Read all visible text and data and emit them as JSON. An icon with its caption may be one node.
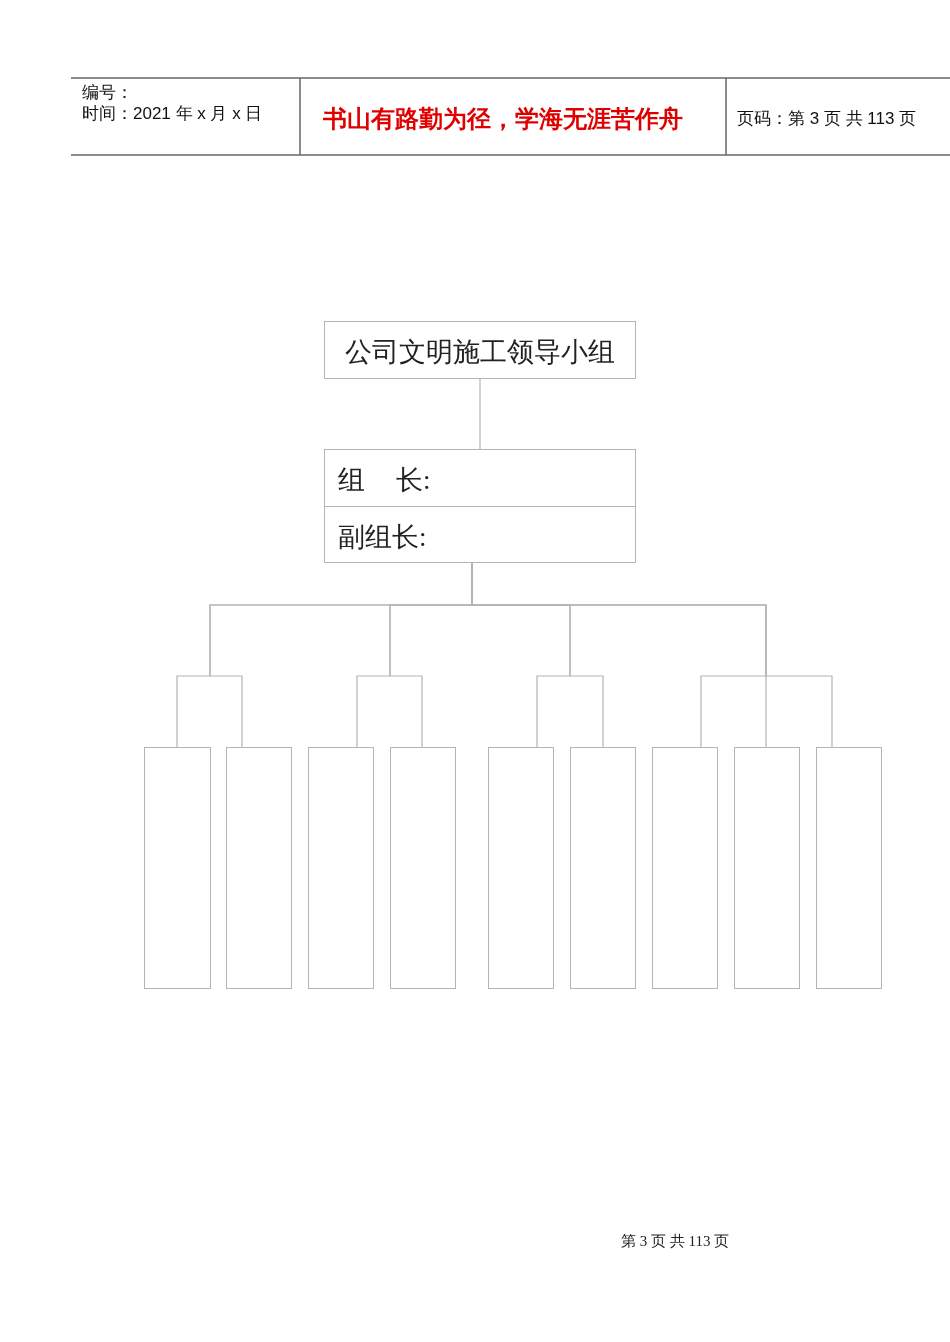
{
  "diagram": {
    "nodes": [
      {
        "text": [
          "公司文明施工领导小组"
        ]
      },
      {
        "text": [
          "组 长:"
        ]
      },
      {
        "text": [
          "副组长:"
        ]
      },
      {
        "text": [],
        "shape": "box"
      },
      {
        "text": [],
        "shape": "box"
      },
      {
        "text": [],
        "shape": "box"
      },
      {
        "text": [],
        "shape": "box"
      },
      {
        "text": [],
        "shape": "box"
      },
      {
        "text": [],
        "shape": "box"
      },
      {
        "text": [],
        "shape": "box"
      },
      {
        "text": [],
        "shape": "box"
      },
      {
        "text": [],
        "shape": "box"
      }
    ],
    "edges": [
      {
        "from": 0,
        "to": 1,
        "arrow": "none"
      },
      {
        "from": 2,
        "to": 3,
        "arrow": "none"
      },
      {
        "from": 2,
        "to": 4,
        "arrow": "none"
      },
      {
        "from": 2,
        "to": 5,
        "arrow": "none"
      },
      {
        "from": 2,
        "to": 6,
        "arrow": "none"
      },
      {
        "from": 2,
        "to": 7,
        "arrow": "none"
      },
      {
        "from": 2,
        "to": 8,
        "arrow": "none"
      },
      {
        "from": 2,
        "to": 9,
        "arrow": "none"
      },
      {
        "from": 2,
        "to": 10,
        "arrow": "none"
      },
      {
        "from": 2,
        "to": 11,
        "arrow": "none"
      }
    ],
    "labels": [
      "编号：",
      "时间：2021 年 x 月 x 日",
      "书山有路勤为径，学海无涯苦作舟",
      "页码：第 3 页 共 113 页",
      "第 3 页 共 113 页"
    ]
  }
}
